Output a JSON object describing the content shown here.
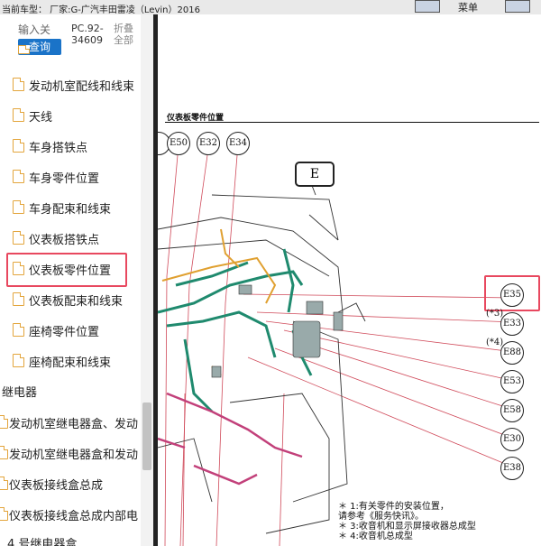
{
  "window": {
    "title": "当前车型： 厂家:G-广汽丰田雷凌（Levin）2016",
    "menu_label": "菜单"
  },
  "sidebar": {
    "search_hint": "输入关",
    "query_button": "查询",
    "pc_code": "PC.92-34609",
    "fold_label": "折叠全部",
    "items": [
      {
        "label": "发动机室配线和线束"
      },
      {
        "label": "天线"
      },
      {
        "label": "车身搭铁点"
      },
      {
        "label": "车身零件位置"
      },
      {
        "label": "车身配束和线束"
      },
      {
        "label": "仪表板搭铁点"
      },
      {
        "label": "仪表板零件位置"
      },
      {
        "label": "仪表板配束和线束"
      },
      {
        "label": "座椅零件位置"
      },
      {
        "label": "座椅配束和线束"
      }
    ],
    "section_relay": "继电器",
    "relay_items": [
      {
        "label": "发动机室继电器盒、发动"
      },
      {
        "label": "发动机室继电器盒和发动"
      },
      {
        "label": "仪表板接线盒总成"
      },
      {
        "label": "仪表板接线盒总成内部电"
      }
    ],
    "bottom_section": "4 号继电器盒"
  },
  "diagram": {
    "title": "仪表板零件位置",
    "top_callouts": [
      "E50",
      "E32",
      "E34"
    ],
    "box_label": "E",
    "right_callouts": [
      "E35",
      "E33",
      "E88",
      "E53",
      "E58",
      "E30",
      "E38"
    ],
    "notes_tags": [
      "(*3)",
      "(*4)"
    ],
    "notes": [
      "＊ 1:有关零件的安装位置，",
      "     请参考《服务快讯》。",
      "＊ 3:收音机和显示屏接收器总成型",
      "＊ 4:收音机总成型"
    ]
  },
  "colors": {
    "accent_blue": "#1a73c8",
    "highlight_red": "#e8485f",
    "folder_orange": "#e3a53c",
    "wire_green": "#1f8a6e",
    "wire_pink": "#c2407a",
    "wire_orange": "#e0a030"
  }
}
